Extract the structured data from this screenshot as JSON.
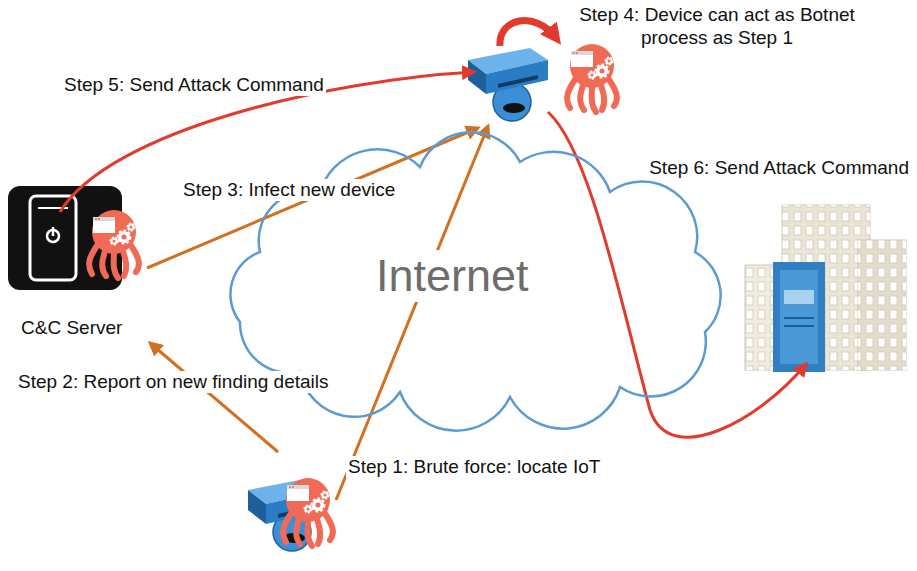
{
  "diagram": {
    "nodes": [
      {
        "text": [
          "C&C Server"
        ]
      },
      {
        "text": [
          "Internet"
        ]
      }
    ],
    "labels": [
      "Step 4: Device can act as Botnet process as Step 1",
      "Step 5: Send Attack Command",
      "Step 6: Send Attack Command",
      "Step 3: Infect new device",
      "Step 2: Report on new finding details",
      "Step 1: Brute force: locate IoT"
    ]
  }
}
